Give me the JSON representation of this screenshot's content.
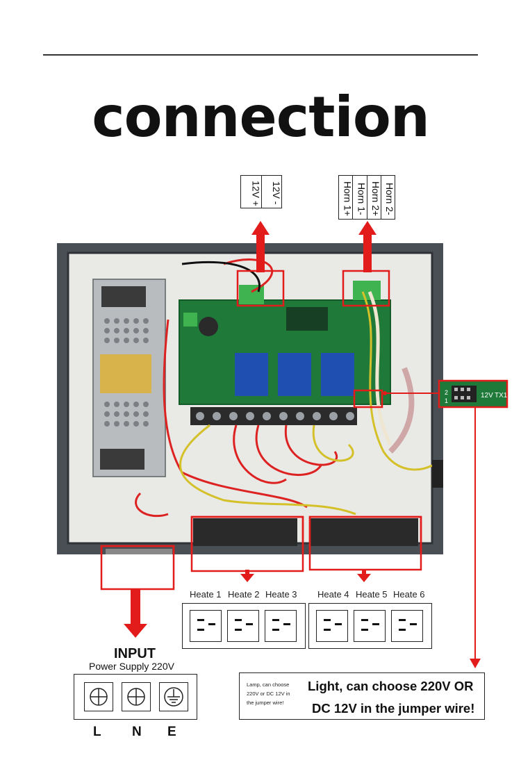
{
  "title": "connection",
  "power_terminal": [
    "12V +",
    "12V -"
  ],
  "horn_terminal": [
    "Horn 1+",
    "Horn 1-",
    "Horn 2+",
    "Horn 2-"
  ],
  "jumper_labels": [
    "TX1",
    "12V",
    "1",
    "2"
  ],
  "heater_labels": [
    "Heate 1",
    "Heate 2",
    "Heate 3",
    "Heate 4",
    "Heate 5",
    "Heate 6"
  ],
  "input": {
    "title": "INPUT",
    "subtitle": "Power Supply 220V",
    "terminals": [
      "L",
      "N",
      "E"
    ]
  },
  "light_note": {
    "small": [
      "Lamp, can choose",
      "220V or DC 12V in",
      "the jumper wire!"
    ],
    "big_line1": "Light, can choose 220V OR",
    "big_line2": "DC 12V in the jumper wire!"
  },
  "colors": {
    "highlight": "#e21b1b",
    "cabinet": "#454a50",
    "pcb": "#1f7a3a",
    "relay": "#1f4fb0",
    "psu": "#b9bcbf"
  },
  "icons": [
    "ground-icon",
    "screw-terminal-icon",
    "socket-icon",
    "arrow-icon"
  ]
}
